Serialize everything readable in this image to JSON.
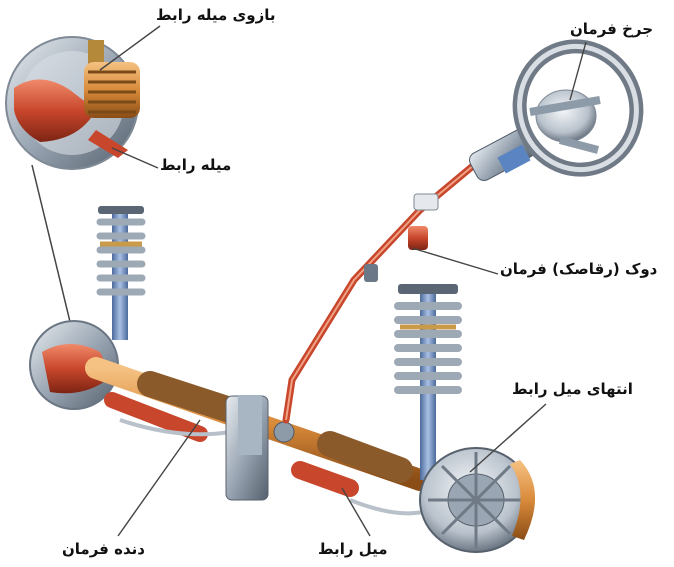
{
  "labels": {
    "tie_rod_arm": "بازوی میله رابط",
    "tie_rod_bar": "میله رابط",
    "steering_wheel": "جرخ فرمان",
    "steering_shaft": "دوک (رقاصک) فرمان",
    "tie_rod_end": "انتهای میل رابط",
    "steering_rack": "دنده فرمان",
    "tie_rod": "میل رابط"
  },
  "colors": {
    "steel": "#8d9aa8",
    "steel_dark": "#4d5866",
    "red_part": "#c8462c",
    "orange_part": "#d98a3a",
    "bellows": "#8a5a2a",
    "shock": "#6f8fc0",
    "leader_line": "#444444"
  }
}
